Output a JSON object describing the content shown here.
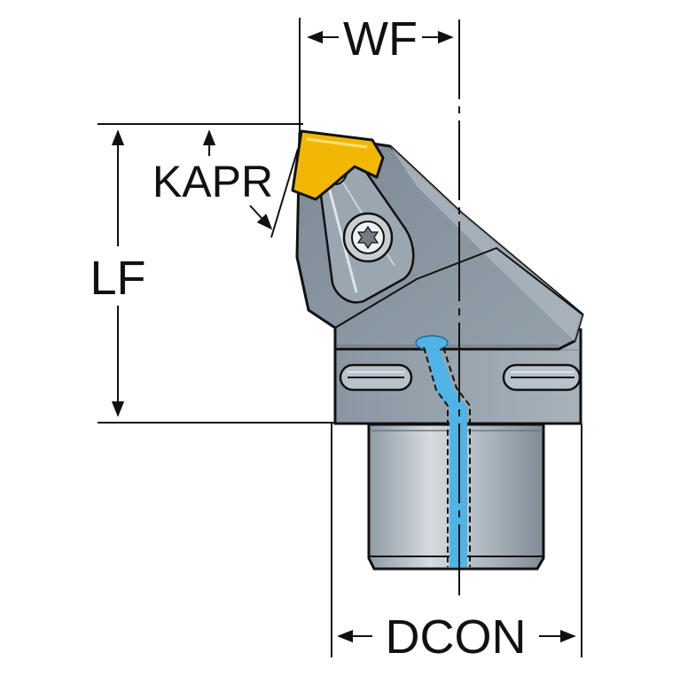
{
  "labels": {
    "wf": "WF",
    "kapr": "KAPR",
    "lf": "LF",
    "dcon": "DCON"
  },
  "colors": {
    "body_dark": "#6d7b86",
    "body_mid": "#8795a0",
    "body_light": "#b3bec6",
    "shank_light": "#c9d0d6",
    "insert": "#f2b705",
    "coolant": "#4fb3e6",
    "line": "#111111"
  },
  "icons": {
    "insert": "yellow-insert-icon",
    "screw": "torx-screw-icon",
    "coolant": "coolant-channel-icon"
  }
}
